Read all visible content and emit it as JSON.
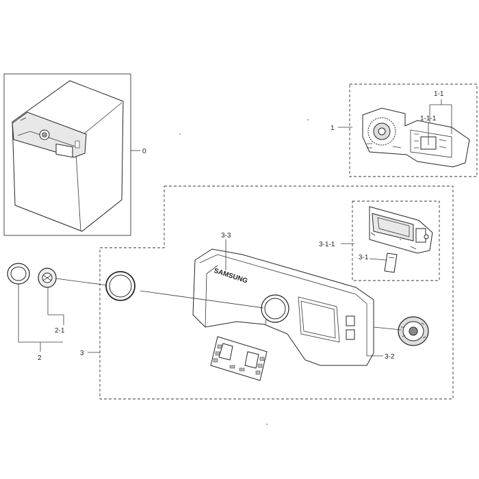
{
  "callouts": {
    "c0": "0",
    "c1": "1",
    "c1_1": "1-1",
    "c1_1_1": "1-1-1",
    "c2": "2",
    "c2_1": "2-1",
    "c3": "3",
    "c3_1": "3-1",
    "c3_1_1": "3-1-1",
    "c3_2": "3-2",
    "c3_3": "3-3"
  },
  "brand_text": "SAMSUNG"
}
